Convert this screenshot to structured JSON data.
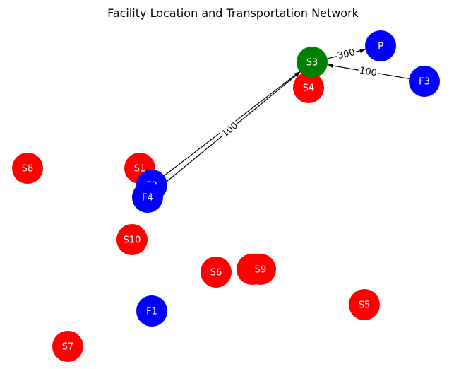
{
  "title": "Facility Location and Transportation Network",
  "colors": {
    "facility": "#0000ff",
    "customer": "#ff0000",
    "selected": "#008000",
    "edge": "#000000",
    "label": "#ffffff"
  },
  "nodes": [
    {
      "id": "S7",
      "label": "S7",
      "type": "customer"
    },
    {
      "id": "F1",
      "label": "F1",
      "type": "facility"
    },
    {
      "id": "S5",
      "label": "S5",
      "type": "customer"
    },
    {
      "id": "S6",
      "label": "S6",
      "type": "customer"
    },
    {
      "id": "S10",
      "label": "S10",
      "type": "customer"
    },
    {
      "id": "S8",
      "label": "S8",
      "type": "customer"
    },
    {
      "id": "S2",
      "label": "S2",
      "type": "customer"
    },
    {
      "id": "S9",
      "label": "S9",
      "type": "customer"
    },
    {
      "id": "S1",
      "label": "S1",
      "type": "customer"
    },
    {
      "id": "F2",
      "label": "F2",
      "type": "facility"
    },
    {
      "id": "F4",
      "label": "F4",
      "type": "facility"
    },
    {
      "id": "S4",
      "label": "S4",
      "type": "customer"
    },
    {
      "id": "F3",
      "label": "F3",
      "type": "facility"
    },
    {
      "id": "P",
      "label": "P",
      "type": "facility"
    },
    {
      "id": "S3",
      "label": "S3",
      "type": "selected"
    }
  ],
  "edges": [
    {
      "from": "F4",
      "to": "S3",
      "label": "100"
    },
    {
      "from": "F2",
      "to": "S3",
      "label": ""
    },
    {
      "from": "F3",
      "to": "S3",
      "label": "100"
    },
    {
      "from": "S3",
      "to": "P",
      "label": "300"
    }
  ]
}
